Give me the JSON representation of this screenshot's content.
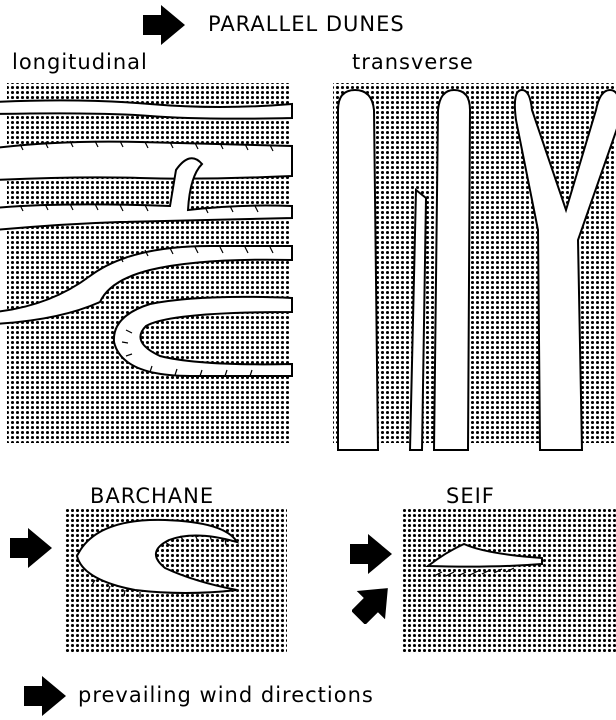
{
  "title": "PARALLEL DUNES",
  "sections": {
    "longitudinal": "longitudinal",
    "transverse": "transverse",
    "barchane": "BARCHANE",
    "seif": "SEIF"
  },
  "legend": {
    "text": "prevailing wind directions",
    "icon": "arrow-right-icon"
  },
  "colors": {
    "ink": "#000000",
    "paper": "#ffffff"
  }
}
